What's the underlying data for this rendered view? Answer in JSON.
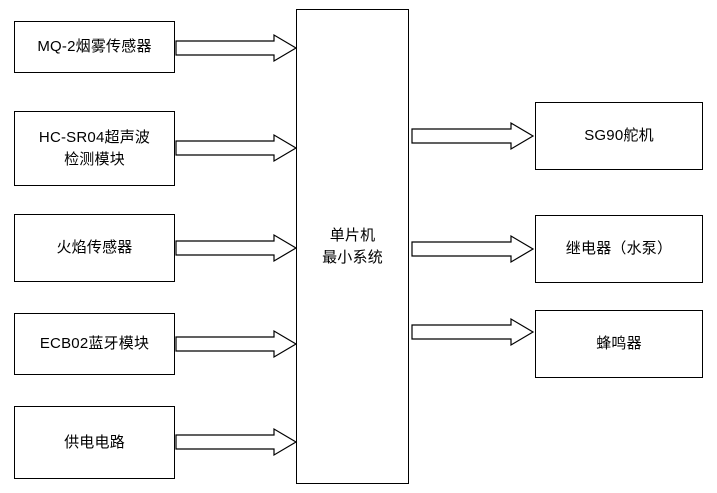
{
  "diagram": {
    "type": "block-diagram",
    "title": "",
    "style": {
      "stroke": "#000000",
      "fill": "#ffffff",
      "text": "#000000"
    },
    "inputs": [
      {
        "id": "mq2",
        "label": "MQ-2烟雾传感器"
      },
      {
        "id": "hcsr04",
        "label": "HC-SR04超声波\n检测模块"
      },
      {
        "id": "flame",
        "label": "火焰传感器"
      },
      {
        "id": "bluetooth",
        "label": "ECB02蓝牙模块"
      },
      {
        "id": "power",
        "label": "供电电路"
      }
    ],
    "controller": {
      "id": "mcu",
      "label": "单片机\n最小系统"
    },
    "outputs": [
      {
        "id": "sg90",
        "label": "SG90舵机"
      },
      {
        "id": "relay",
        "label": "继电器（水泵）"
      },
      {
        "id": "buzzer",
        "label": "蜂鸣器"
      }
    ],
    "connections": [
      {
        "from": "mq2",
        "to": "mcu"
      },
      {
        "from": "hcsr04",
        "to": "mcu"
      },
      {
        "from": "flame",
        "to": "mcu"
      },
      {
        "from": "bluetooth",
        "to": "mcu"
      },
      {
        "from": "power",
        "to": "mcu"
      },
      {
        "from": "mcu",
        "to": "sg90"
      },
      {
        "from": "mcu",
        "to": "relay"
      },
      {
        "from": "mcu",
        "to": "buzzer"
      }
    ]
  }
}
